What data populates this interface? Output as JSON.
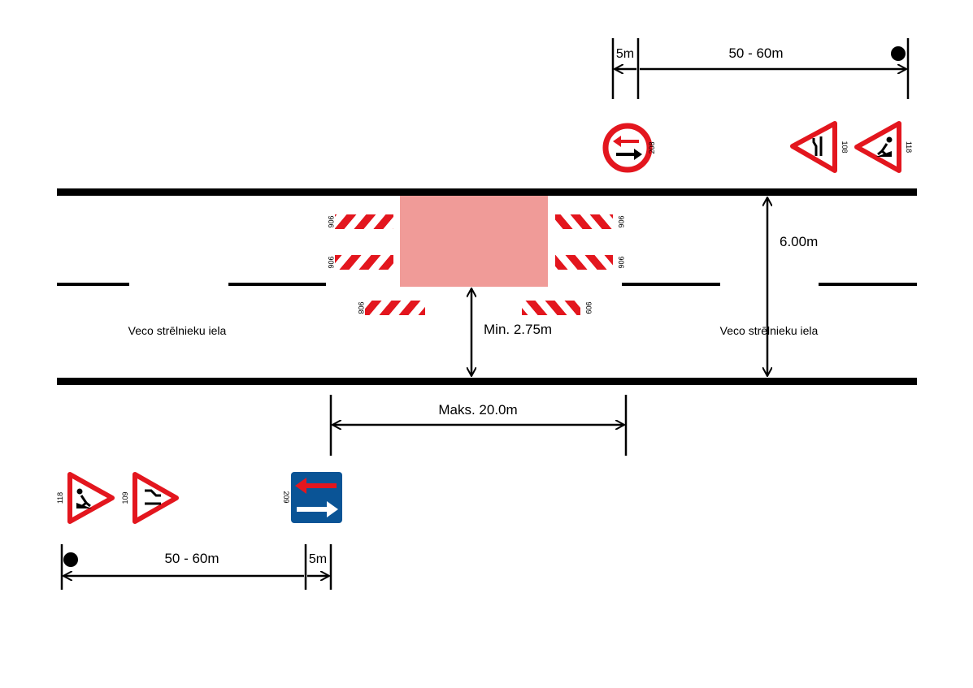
{
  "street_names": {
    "left": "Veco strēlnieku iela",
    "right": "Veco strēlnieku iela"
  },
  "dimensions": {
    "top_offset": "5m",
    "top_distance": "50 - 60m",
    "road_width": "6.00m",
    "min_passage": "Min. 2.75m",
    "max_length": "Maks. 20.0m",
    "bottom_distance": "50 - 60m",
    "bottom_offset": "5m"
  },
  "signs": {
    "top_priority_oncoming": {
      "code": "208",
      "icon": "no-priority-oncoming-sign"
    },
    "top_road_narrows": {
      "code": "108",
      "icon": "road-narrows-sign"
    },
    "top_road_works": {
      "code": "118",
      "icon": "road-works-sign"
    },
    "bottom_road_works": {
      "code": "118",
      "icon": "road-works-sign"
    },
    "bottom_road_narrows": {
      "code": "109",
      "icon": "road-narrows-sign"
    },
    "bottom_priority_over_oncoming": {
      "code": "209",
      "icon": "priority-over-oncoming-sign"
    }
  },
  "barriers": {
    "top_left": "906",
    "mid_left": "906",
    "low_left": "908",
    "top_right": "906",
    "mid_right": "906",
    "low_right": "909"
  },
  "colors": {
    "work_zone": "#f09b98",
    "sign_red": "#e3161e",
    "sign_blue": "#0a5496",
    "road_line": "#000000"
  }
}
